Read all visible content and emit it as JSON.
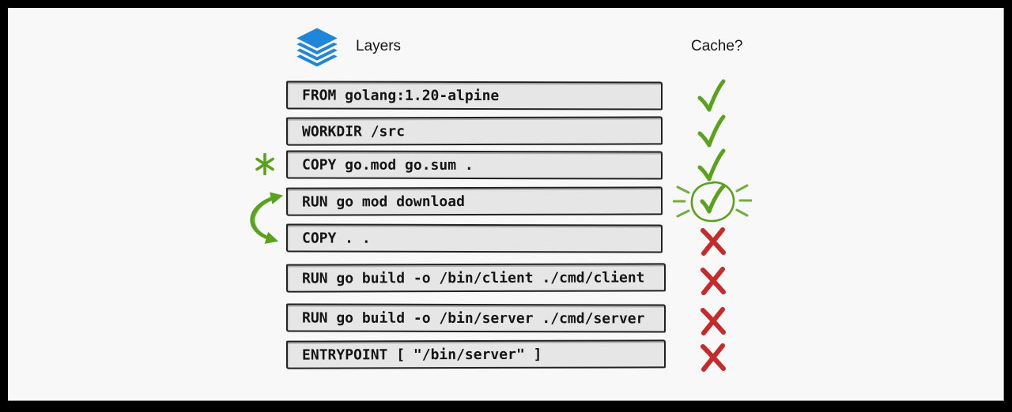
{
  "header": {
    "layers_label": "Layers",
    "cache_label": "Cache?"
  },
  "icons": {
    "layers": "blue-stacked-layers",
    "cache_yes": "green-check",
    "cache_yes_highlight": "circled-green-check-with-rays",
    "cache_no": "red-cross",
    "note": "green-asterisk",
    "reorder": "green-curved-double-arrow"
  },
  "colors": {
    "accent_blue": "#2086d7",
    "check_green": "#5aa21e",
    "cross_red": "#c62b2b",
    "box_fill": "#e6e6e6",
    "box_border": "#212121",
    "canvas": "#f8f8f8",
    "text": "#141414"
  },
  "rows": [
    {
      "command": "FROM golang:1.20-alpine",
      "cache": "yes",
      "annotation": ""
    },
    {
      "command": "WORKDIR /src",
      "cache": "yes",
      "annotation": ""
    },
    {
      "command": "COPY go.mod go.sum .",
      "cache": "yes",
      "annotation": "asterisk"
    },
    {
      "command": "RUN go mod download",
      "cache": "yes-highlight",
      "annotation": "swap-arrow-start"
    },
    {
      "command": "COPY . .",
      "cache": "no",
      "annotation": "swap-arrow-end"
    },
    {
      "command": "RUN go build -o /bin/client ./cmd/client",
      "cache": "no",
      "annotation": ""
    },
    {
      "command": "RUN go build -o /bin/server ./cmd/server",
      "cache": "no",
      "annotation": ""
    },
    {
      "command": "ENTRYPOINT [ \"/bin/server\" ]",
      "cache": "no",
      "annotation": ""
    }
  ]
}
